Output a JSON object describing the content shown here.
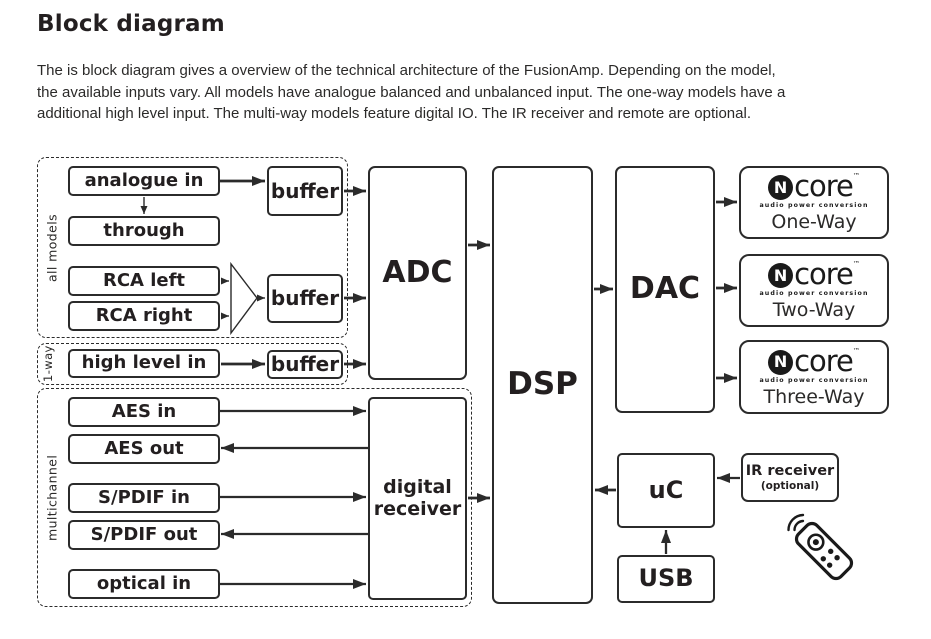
{
  "page": {
    "title": "Block diagram",
    "intro": [
      "The is block diagram gives a overview of the technical architecture of the FusionAmp. Depending on the model,",
      "the available inputs vary. All models have analogue balanced and unbalanced input. The one-way models have a",
      "additional high level input. The multi-way models feature digital IO. The IR receiver and remote are optional."
    ]
  },
  "diagram": {
    "groups": {
      "all_models": "all models",
      "one_way": "1-way",
      "multichannel": "multichannel"
    },
    "inputs": {
      "analogue_in": "analogue in",
      "through": "through",
      "rca_left": "RCA left",
      "rca_right": "RCA right",
      "high_level_in": "high level in",
      "aes_in": "AES in",
      "aes_out": "AES out",
      "spdif_in": "S/PDIF in",
      "spdif_out": "S/PDIF out",
      "optical_in": "optical in"
    },
    "buffers": {
      "top": "buffer",
      "rca": "buffer",
      "high_level": "buffer"
    },
    "blocks": {
      "adc": "ADC",
      "dsp": "DSP",
      "dac": "DAC",
      "digital_receiver": "digital receiver",
      "uc": "uC",
      "usb": "USB"
    },
    "outputs": [
      {
        "logo_n": "N",
        "logo_text": "core",
        "trademark": "™",
        "tagline": "audio power conversion",
        "model": "One-Way"
      },
      {
        "logo_n": "N",
        "logo_text": "core",
        "trademark": "™",
        "tagline": "audio power conversion",
        "model": "Two-Way"
      },
      {
        "logo_n": "N",
        "logo_text": "core",
        "trademark": "™",
        "tagline": "audio power conversion",
        "model": "Three-Way"
      }
    ],
    "ir_receiver": {
      "title": "IR receiver",
      "note": "(optional)"
    },
    "icons": {
      "remote": "remote-control-icon",
      "waves": "signal-waves-icon",
      "summing": "summing-junction-icon"
    },
    "colors": {
      "ink": "#231f20",
      "line": "#2b2b2b",
      "background": "#ffffff"
    }
  }
}
